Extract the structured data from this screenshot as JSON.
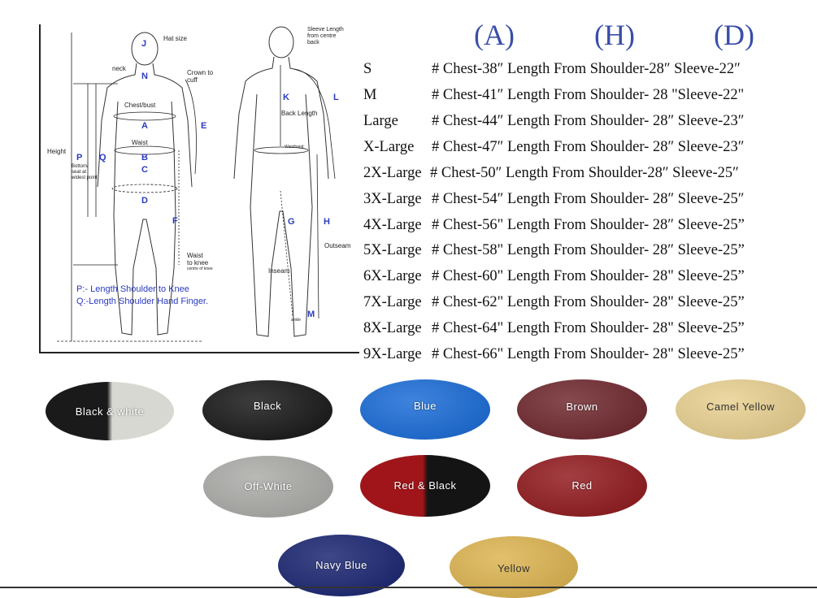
{
  "diagram": {
    "labels": {
      "hat_size": "Hat size",
      "neck": "neck",
      "crown_to_cuff": "Crown to\ncuff",
      "chest_bust": "Chest/bust",
      "waist": "Waist",
      "height": "Height",
      "bottom_seat": "Bottom/\nseat at\nwidest point",
      "waist_to_knee": "Waist\nto knee",
      "centre_of_knee": "centre of knee",
      "sleeve_length": "Sleeve Length\nfrom centre\nback",
      "back_length": "Back Length",
      "waistband": "Waistband",
      "inseam": "Inseam",
      "outseam": "Outseam",
      "ankle": "ankle"
    },
    "letters": {
      "j": "J",
      "n": "N",
      "a": "A",
      "e": "E",
      "b": "B",
      "c": "C",
      "d": "D",
      "f": "F",
      "p": "P",
      "q": "Q",
      "k": "K",
      "l": "L",
      "g": "G",
      "h": "H",
      "m": "M"
    },
    "notes": {
      "p": "P:- Length Shoulder to Knee",
      "q": "Q:-Length Shoulder Hand Finger."
    }
  },
  "table": {
    "column_headers": [
      "(A)",
      "(H)",
      "(D)"
    ],
    "rows": [
      {
        "size": "S",
        "text": "# Chest-38″ Length From Shoulder-28″ Sleeve-22″"
      },
      {
        "size": "M",
        "text": "# Chest-41″ Length From Shoulder- 28 \"Sleeve-22\""
      },
      {
        "size": "Large",
        "text": "# Chest-44″ Length From Shoulder- 28″ Sleeve-23″"
      },
      {
        "size": "X-Large",
        "text": "# Chest-47″ Length From Shoulder- 28″ Sleeve-23″"
      },
      {
        "size": "2X-Large",
        "text": "# Chest-50″ Length From Shoulder-28″ Sleeve-25″"
      },
      {
        "size": "3X-Large",
        "text": "# Chest-54″ Length From Shoulder- 28″ Sleeve-25″"
      },
      {
        "size": "4X-Large",
        "text": "# Chest-56\" Length From Shoulder- 28″ Sleeve-25”"
      },
      {
        "size": "5X-Large",
        "text": "# Chest-58\" Length From Shoulder- 28″ Sleeve-25”"
      },
      {
        "size": "6X-Large",
        "text": "# Chest-60\" Length From Shoulder- 28\" Sleeve-25”"
      },
      {
        "size": "7X-Large",
        "text": "# Chest-62\" Length From Shoulder- 28\" Sleeve-25”"
      },
      {
        "size": "8X-Large",
        "text": "# Chest-64\" Length From Shoulder- 28\" Sleeve-25”"
      },
      {
        "size": "9X-Large",
        "text": "# Chest-66\" Length From Shoulder- 28\" Sleeve-25”"
      }
    ]
  },
  "swatches": [
    {
      "label": "Black & white",
      "color": "#1a1a1a",
      "color2": "#d8d8d2"
    },
    {
      "label": "Black",
      "color": "#121212"
    },
    {
      "label": "Blue",
      "color": "#1468d6"
    },
    {
      "label": "Brown",
      "color": "#6b2228"
    },
    {
      "label": "Camel Yellow",
      "color": "#e8cf8e"
    },
    {
      "label": "Off-White",
      "color": "#a9aaa6"
    },
    {
      "label": "Red & Black",
      "color": "#a0151a",
      "color2": "#141414"
    },
    {
      "label": "Red",
      "color": "#8e1418"
    },
    {
      "label": "Navy Blue",
      "color": "#14206e"
    },
    {
      "label": "Yellow",
      "color": "#dcb24c"
    }
  ]
}
